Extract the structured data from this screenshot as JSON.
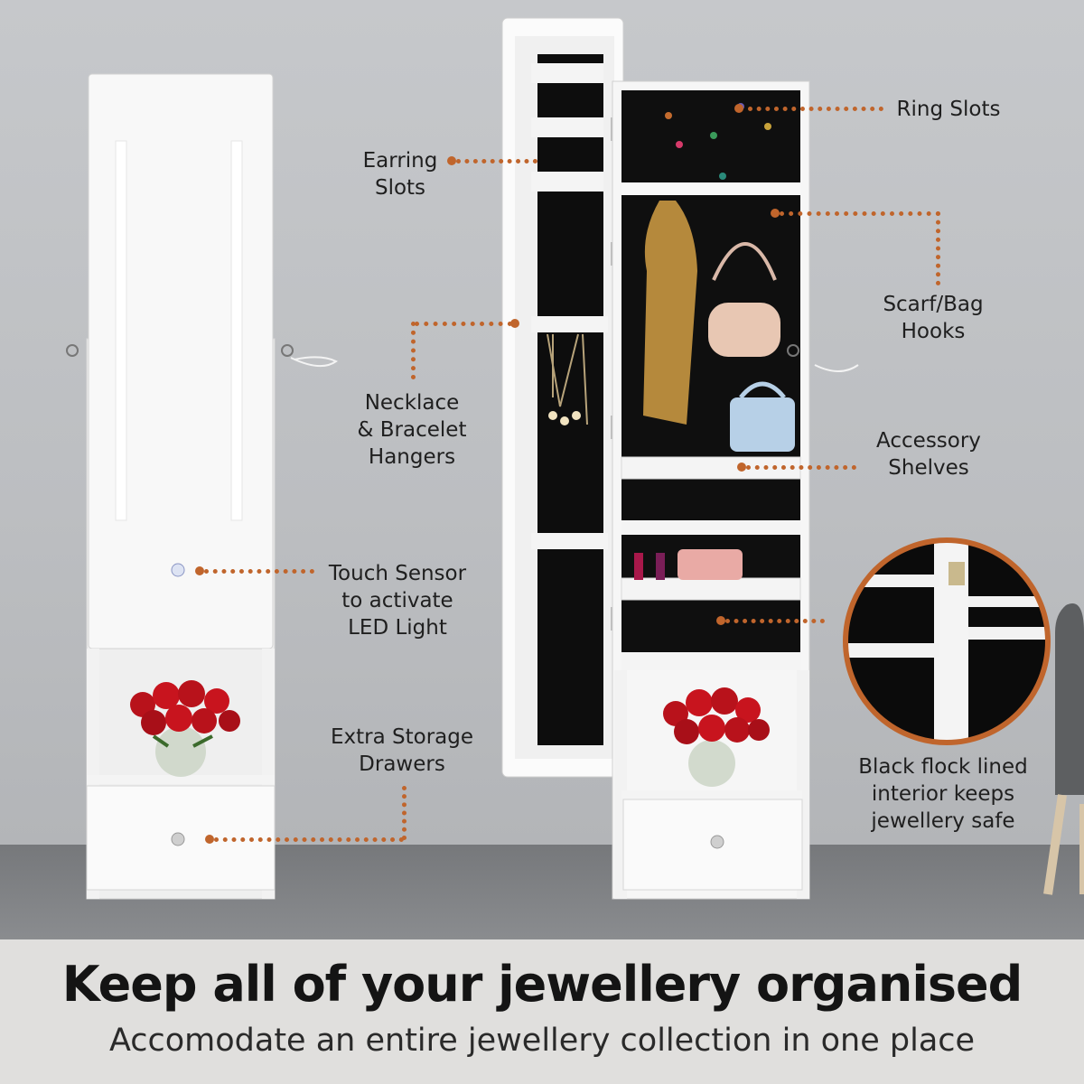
{
  "labels": {
    "ring_slots": "Ring Slots",
    "earring_slots": [
      "Earring",
      "Slots"
    ],
    "scarf_bag_hooks": [
      "Scarf/Bag",
      "Hooks"
    ],
    "necklace_hangers": [
      "Necklace",
      "& Bracelet",
      "Hangers"
    ],
    "accessory_shelves": [
      "Accessory",
      "Shelves"
    ],
    "touch_sensor": [
      "Touch Sensor",
      "to activate",
      "LED Light"
    ],
    "extra_storage": [
      "Extra Storage",
      "Drawers"
    ],
    "black_flock": [
      "Black flock lined",
      "interior keeps",
      "jewellery safe"
    ]
  },
  "footer": {
    "headline": "Keep all of your jewellery organised",
    "subline": "Accomodate an entire jewellery collection in one place"
  },
  "colors": {
    "accent": "#c0652c",
    "wall": "#bfc1c4",
    "cabinet": "#f7f7f7",
    "interior": "#111111"
  }
}
